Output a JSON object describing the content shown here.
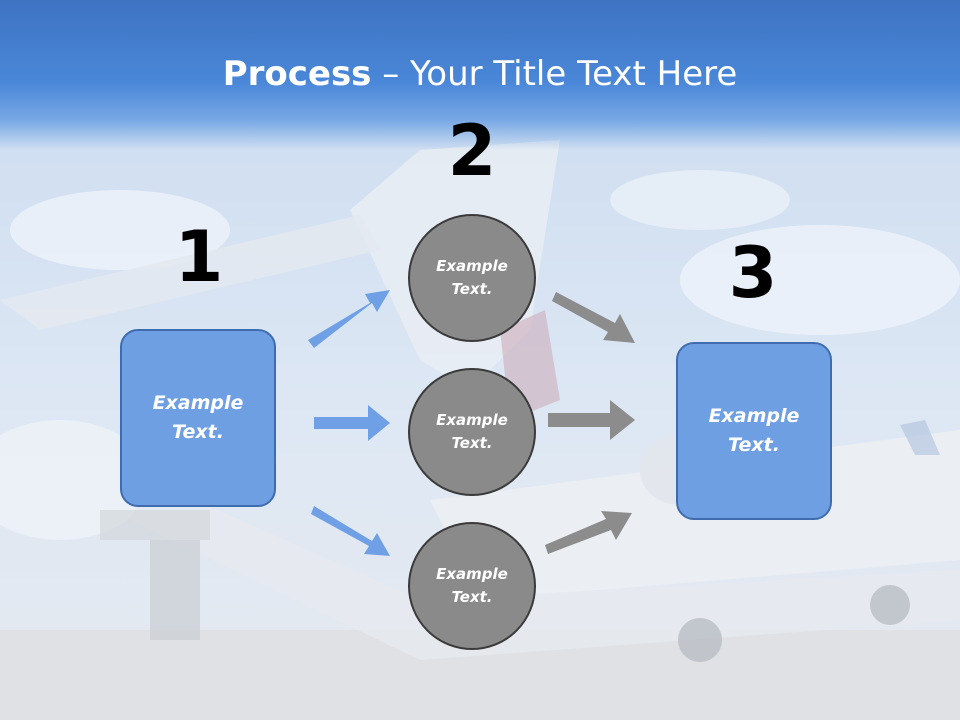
{
  "slide": {
    "title_bold": "Process",
    "title_rest": " – Your Title Text Here"
  },
  "steps": {
    "one": "1",
    "two": "2",
    "three": "3"
  },
  "boxes": {
    "left": "Example\nText.",
    "right": "Example\nText."
  },
  "circles": [
    {
      "text": "Example\nText."
    },
    {
      "text": "Example\nText."
    },
    {
      "text": "Example\nText."
    }
  ],
  "colors": {
    "title_bar": "#4a87d8",
    "box_fill": "#6f9fe3",
    "box_border": "#3f6cae",
    "circle_fill": "#8a8a8a",
    "blue_arrow": "#6fa0e6",
    "gray_arrow": "#8c8c8c"
  }
}
